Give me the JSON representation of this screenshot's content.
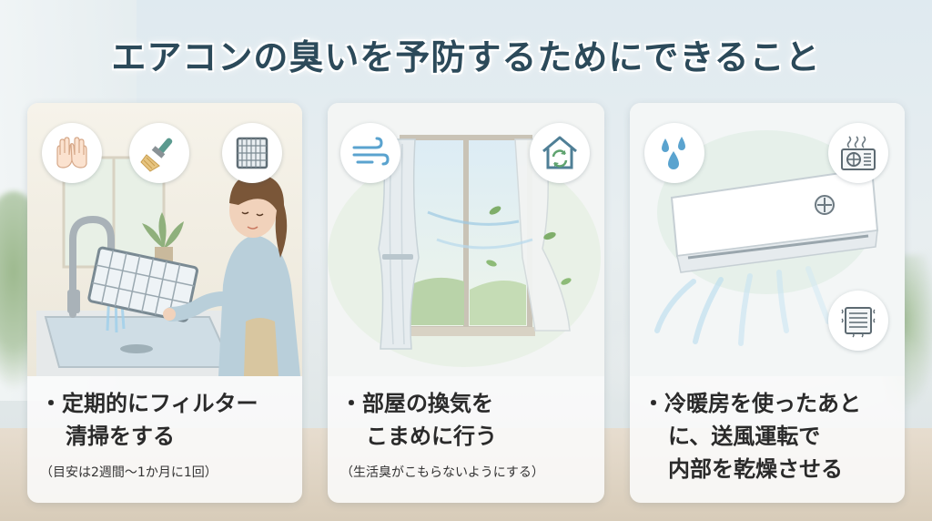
{
  "title": "エアコンの臭いを予防するためにできること",
  "cards": [
    {
      "line1": "・定期的にフィルター",
      "line2": "清掃をする",
      "sub": "（目安は2週間〜1か月に1回）",
      "icons": [
        "hands-icon",
        "cleaning-brush-icon",
        "filter-icon"
      ],
      "illustration": "woman-washing-filter"
    },
    {
      "line1": "・部屋の換気を",
      "line2": "こまめに行う",
      "sub": "（生活臭がこもらないようにする）",
      "icons": [
        "wind-icon",
        "house-ventilation-icon"
      ],
      "illustration": "open-window-curtains"
    },
    {
      "line1": "・冷暖房を使ったあと",
      "line2": "に、送風運転で",
      "line3": "内部を乾燥させる",
      "icons": [
        "water-drops-icon",
        "outdoor-unit-icon",
        "drying-coil-icon"
      ],
      "illustration": "air-conditioner-blowing"
    }
  ],
  "colors": {
    "title": "#2c4a5a",
    "accent_blue": "#4f8fb8",
    "card_bg": "#fafbfb"
  }
}
